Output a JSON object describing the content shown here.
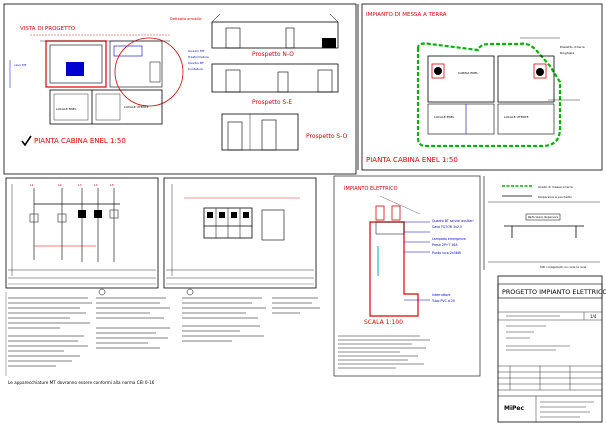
{
  "drawing": {
    "panel_ground_floor": {
      "title": "PIANTA CABINA ENEL 1:50",
      "heading": "VISTA DI PROGETTO",
      "room_labels": [
        "LOCALE ENEL",
        "LOCALE UTENTE"
      ]
    },
    "panel_elevations": {
      "labels": [
        "Prospetto N-O",
        "Prospetto S-E",
        "Prospetto S-O"
      ]
    },
    "panel_grounding": {
      "heading": "IMPIANTO DI MESSA A TERRA",
      "title": "PIANTA CABINA ENEL 1:50"
    },
    "panel_electrical": {
      "heading": "IMPIANTO ELETTRICO",
      "scale": "SCALA 1:100"
    },
    "legend": {
      "rows": [
        "Anello di messa a terra",
        "Dispersore a picchetto"
      ]
    },
    "footer_note": "Le apparecchiature MT dovranno essere conformi alla norma CEI 0-16",
    "title_block": {
      "title": "PROGETTO IMPIANTO ELETTRICO",
      "sheet_no": "1/4",
      "logo": "MiPec"
    }
  },
  "colors": {
    "red": "#e00000",
    "green": "#00b400",
    "blue": "#0000cc",
    "cyan": "#00a8d0",
    "magenta": "#cc00cc",
    "line": "#000000"
  }
}
